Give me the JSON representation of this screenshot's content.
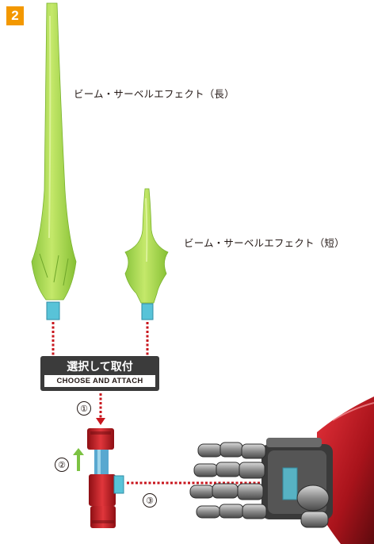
{
  "step_number": "2",
  "labels": {
    "long_effect": "ビーム・サーベルエフェクト（長）",
    "short_effect": "ビーム・サーベルエフェクト（短）"
  },
  "instruction": {
    "jp": "選択して取付",
    "en": "CHOOSE AND ATTACH"
  },
  "steps": [
    "①",
    "②",
    "③"
  ],
  "colors": {
    "badge": "#f39800",
    "beam_green": "#a6d63a",
    "arrow_red": "#c8161d",
    "connector_blue": "#58c3d8",
    "up_arrow_green": "#7cc242",
    "arm_red": "#b3141c"
  }
}
